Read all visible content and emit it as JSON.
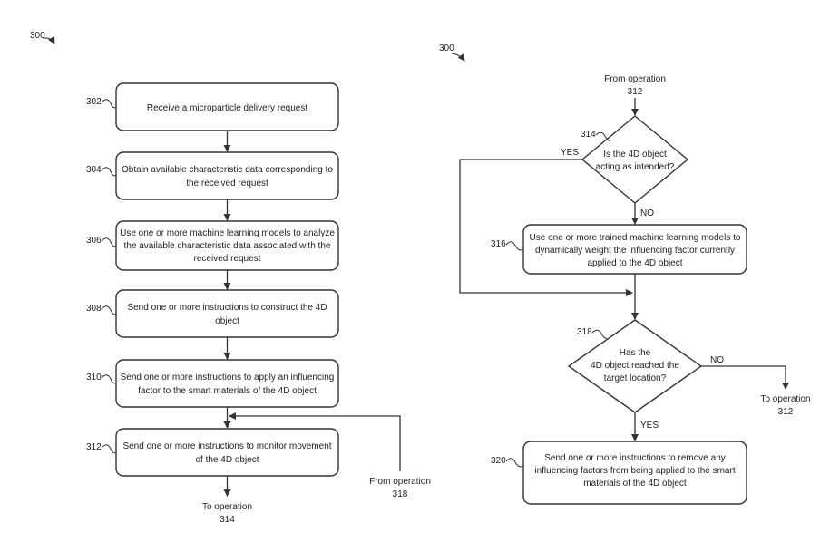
{
  "figure_refs": {
    "left": "300",
    "right": "300"
  },
  "left": {
    "steps": [
      {
        "ref": "302",
        "lines": [
          "Receive a microparticle delivery request"
        ]
      },
      {
        "ref": "304",
        "lines": [
          "Obtain available characteristic data corresponding to",
          "the received request"
        ]
      },
      {
        "ref": "306",
        "lines": [
          "Use one or more machine learning models to analyze",
          "the available characteristic data associated with the",
          "received request"
        ]
      },
      {
        "ref": "308",
        "lines": [
          "Send one or more instructions to construct the 4D",
          "object"
        ]
      },
      {
        "ref": "310",
        "lines": [
          "Send one or more instructions to apply an influencing",
          "factor to the smart materials of the 4D object"
        ]
      },
      {
        "ref": "312",
        "lines": [
          "Send one or more instructions to monitor movement",
          "of the 4D object"
        ]
      }
    ],
    "to_operation": [
      "To operation",
      "314"
    ],
    "from_operation": [
      "From operation",
      "318"
    ]
  },
  "right": {
    "from_operation": [
      "From operation",
      "312"
    ],
    "decision_314": {
      "ref": "314",
      "lines": [
        "Is the 4D object",
        "acting as intended?"
      ],
      "yes": "YES",
      "no": "NO"
    },
    "step_316": {
      "ref": "316",
      "lines": [
        "Use one or more trained machine learning models to",
        "dynamically weight the influencing factor currently",
        "applied to the 4D object"
      ]
    },
    "decision_318": {
      "ref": "318",
      "lines": [
        "Has the",
        "4D object reached the",
        "target location?"
      ],
      "yes": "YES",
      "no": "NO"
    },
    "to_operation": [
      "To operation",
      "312"
    ],
    "step_320": {
      "ref": "320",
      "lines": [
        "Send one or more instructions to remove any",
        "influencing factors from being applied to the smart",
        "materials of the 4D object"
      ]
    }
  }
}
